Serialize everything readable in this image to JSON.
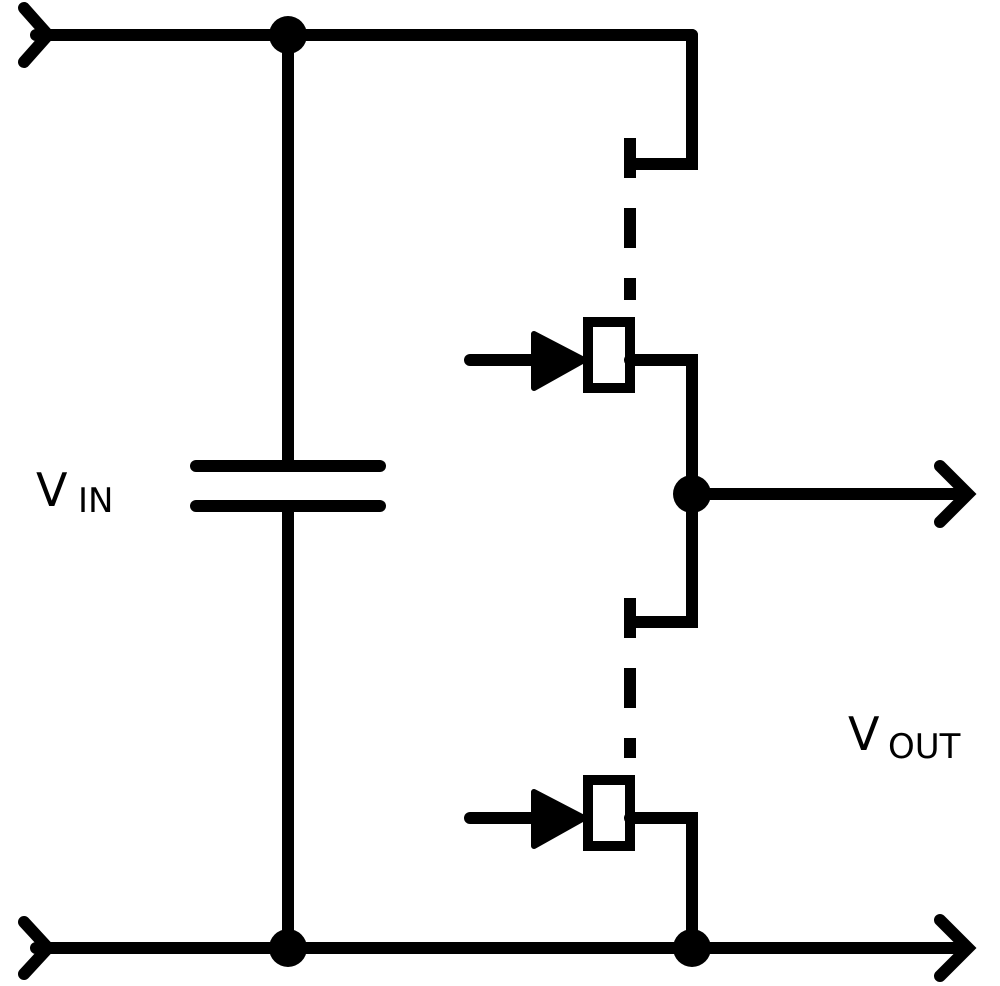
{
  "diagram": {
    "labels": {
      "vin_main": "V",
      "vin_sub": "IN",
      "vout_main": "V",
      "vout_sub": "OUT"
    },
    "colors": {
      "ink": "#000000",
      "background": "#ffffff"
    },
    "components": {
      "capacitor": "capacitor",
      "upper_transistor": "transistor",
      "lower_transistor": "transistor"
    },
    "icons": {
      "input_top": "open-arrow-icon",
      "input_bottom": "open-arrow-icon",
      "output_mid": "open-arrow-icon",
      "output_bottom": "open-arrow-icon",
      "upper_gate": "filled-arrow-icon",
      "lower_gate": "filled-arrow-icon"
    }
  }
}
